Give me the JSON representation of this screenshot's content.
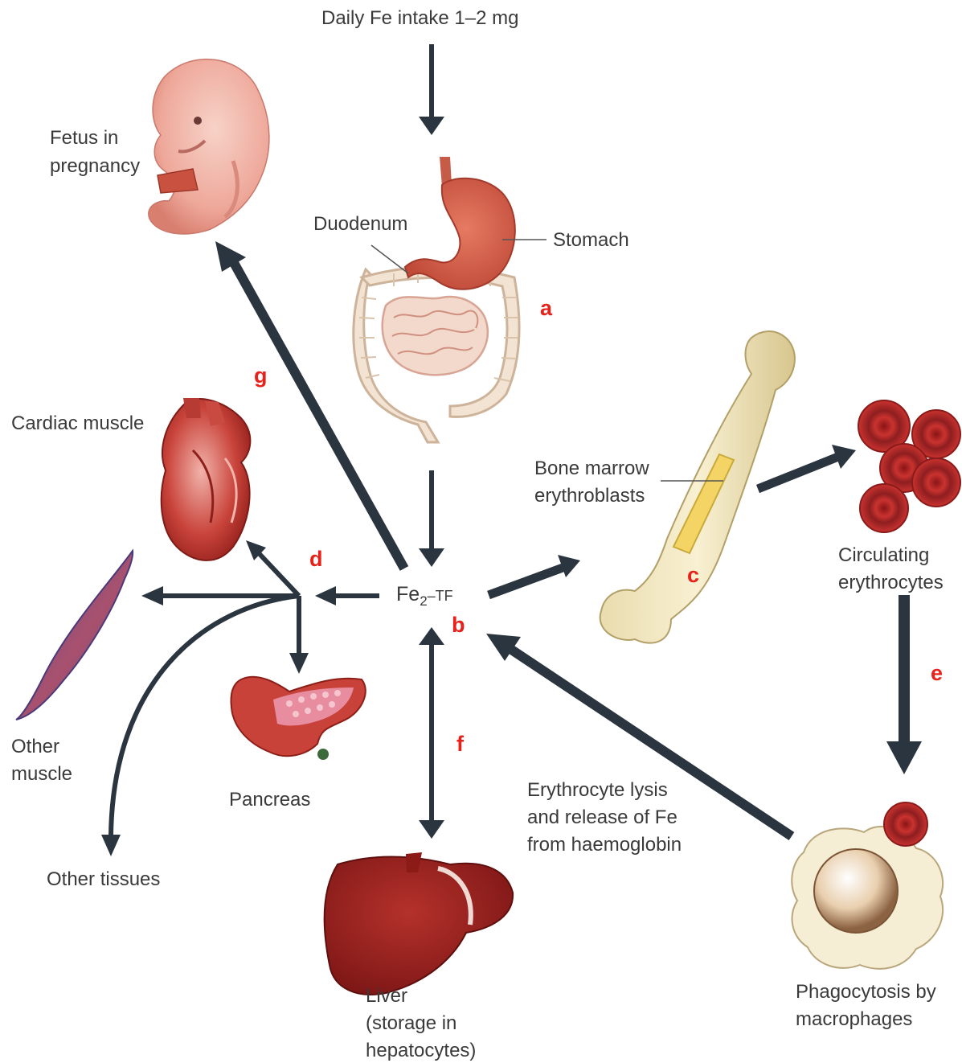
{
  "labels": {
    "intake": "Daily Fe intake 1–2 mg",
    "fetus_1": "Fetus in",
    "fetus_2": "pregnancy",
    "duodenum": "Duodenum",
    "stomach": "Stomach",
    "cardiac": "Cardiac muscle",
    "bone_1": "Bone marrow",
    "bone_2": "erythroblasts",
    "circ_1": "Circulating",
    "circ_2": "erythrocytes",
    "other_muscle_1": "Other",
    "other_muscle_2": "muscle",
    "pancreas": "Pancreas",
    "other_tissues": "Other tissues",
    "lysis_1": "Erythrocyte lysis",
    "lysis_2": "and release of Fe",
    "lysis_3": "from haemoglobin",
    "liver_1": "Liver",
    "liver_2": "(storage in",
    "liver_3": "hepatocytes)",
    "phago_1": "Phagocytosis by",
    "phago_2": "macrophages",
    "fe_main": "Fe",
    "fe_sub": "2",
    "fe_tf": "–TF"
  },
  "letters": {
    "a": "a",
    "b": "b",
    "c": "c",
    "d": "d",
    "e": "e",
    "f": "f",
    "g": "g"
  },
  "colors": {
    "arrow": "#2b3540",
    "letter": "#e8211a",
    "text": "#3a3a3a"
  }
}
